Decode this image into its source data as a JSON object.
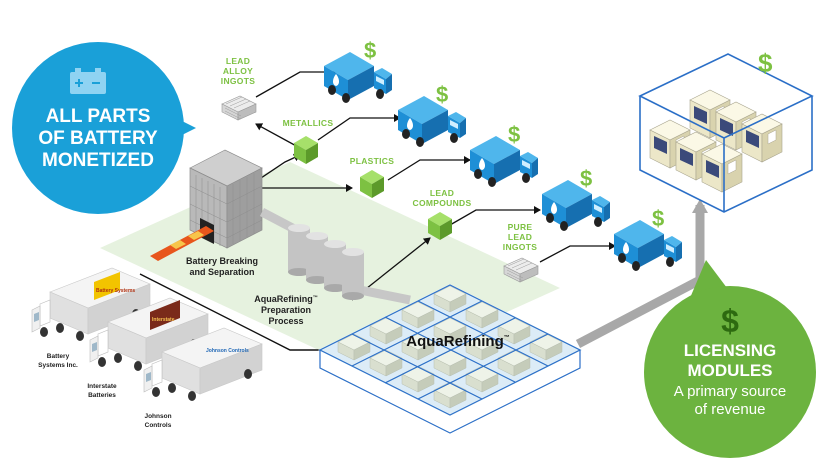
{
  "left_bubble": {
    "line1": "ALL PARTS",
    "line2": "OF BATTERY",
    "line3": "MONETIZED"
  },
  "right_bubble": {
    "line1": "LICENSING",
    "line2": "MODULES",
    "line3": "A primary source",
    "line4": "of revenue"
  },
  "labels": {
    "lead_alloy": [
      "LEAD",
      "ALLOY",
      "INGOTS"
    ],
    "metallics": "METALLICS",
    "plastics": "PLASTICS",
    "lead_compounds": [
      "LEAD",
      "COMPOUNDS"
    ],
    "pure_lead": [
      "PURE",
      "LEAD",
      "INGOTS"
    ],
    "breaking": [
      "Battery Breaking",
      "and Separation"
    ],
    "prep": [
      "AquaRefining",
      "Preparation",
      "Process"
    ],
    "prep_tm": "™",
    "aqua": "AquaRefining",
    "aqua_tm": "™"
  },
  "suppliers": [
    {
      "name": [
        "Battery",
        "Systems Inc."
      ],
      "logo": "Battery Systems"
    },
    {
      "name": [
        "Interstate",
        "Batteries"
      ],
      "logo": "Interstate"
    },
    {
      "name": [
        "Johnson",
        "Controls"
      ],
      "logo": "Johnson Controls"
    }
  ],
  "dollar": "$",
  "colors": {
    "blue": "#1aa0d8",
    "green": "#6cb33f",
    "cube": "#7dc142",
    "truck": "#1e8fd6",
    "grey_arrow": "#a8a8a8"
  }
}
